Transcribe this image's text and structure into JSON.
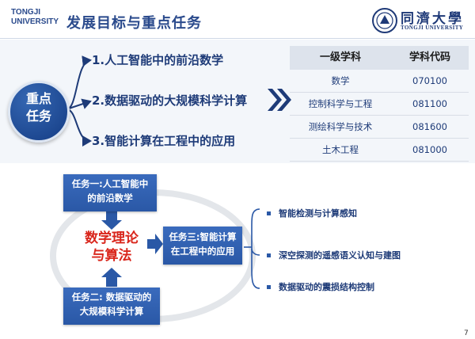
{
  "header": {
    "uni_en_line1": "TONGJI",
    "uni_en_line2": "UNIVERSITY",
    "title": "发展目标与重点任务",
    "logo_cn": "同濟大學",
    "logo_en": "TONGJI UNIVERSITY"
  },
  "key_tasks": {
    "label_line1": "重点",
    "label_line2": "任务",
    "items": [
      "1.人工智能中的前沿数学",
      "2.数据驱动的大规模科学计算",
      "3.智能计算在工程中的应用"
    ]
  },
  "table": {
    "headers": [
      "一级学科",
      "学科代码"
    ],
    "rows": [
      [
        "数学",
        "070100"
      ],
      [
        "控制科学与工程",
        "081100"
      ],
      [
        "测绘科学与技术",
        "081600"
      ],
      [
        "土木工程",
        "081000"
      ]
    ]
  },
  "diagram": {
    "task1_line1": "任务一:人工智能中",
    "task1_line2": "的前沿数学",
    "task2_line1": "任务二: 数据驱动的",
    "task2_line2": "大规模科学计算",
    "task3_line1": "任务三:智能计算",
    "task3_line2": "在工程中的应用",
    "center_line1": "数学理论",
    "center_line2": "与算法"
  },
  "applications": [
    "智能检测与计算感知",
    "深空探测的遥感语义认知与建图",
    "数据驱动的震损结构控制"
  ],
  "page_number": "7",
  "colors": {
    "brand_blue": "#1e3b78",
    "box_blue": "#2a58a6",
    "center_red": "#d9261c"
  }
}
